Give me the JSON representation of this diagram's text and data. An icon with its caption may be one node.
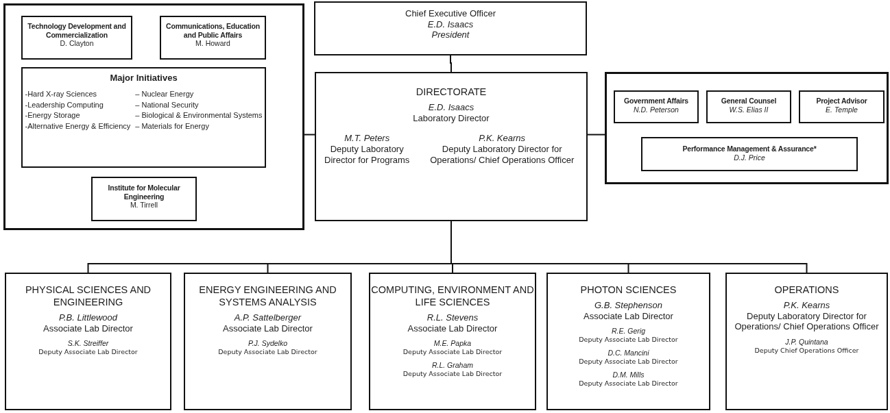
{
  "diagram": {
    "nodes": [
      {
        "text": [
          "Chief Executive Officer",
          "E.D. Isaacs",
          "President"
        ]
      },
      {
        "text": [],
        "shape": "box"
      },
      {
        "text": [
          "Technology Development and Commercialization",
          "D. Clayton"
        ],
        "in": 1
      },
      {
        "text": [
          "Communications, Education and Public Affairs",
          "M. Howard"
        ],
        "in": 1
      },
      {
        "text": [
          "Major Initiatives",
          "-Hard X-ray Sciences",
          "-Leadership Computing",
          "-Energy Storage",
          "-Alternative Energy & Efficiency",
          "– Nuclear Energy",
          "– National Security",
          "– Biological & Environmental Systems",
          "– Materials for Energy"
        ],
        "in": 1
      },
      {
        "text": [
          "Institute for Molecular Engineering",
          "M. Tirrell"
        ],
        "in": 1
      },
      {
        "text": [
          "DIRECTORATE",
          "E.D. Isaacs",
          "Laboratory Director",
          "M.T. Peters",
          "Deputy Laboratory Director for Programs",
          "P.K. Kearns",
          "Deputy Laboratory Director for Operations/ Chief Operations Officer"
        ]
      },
      {
        "text": [],
        "shape": "box"
      },
      {
        "text": [
          "Government Affairs",
          "N.D. Peterson"
        ],
        "in": 7
      },
      {
        "text": [
          "General Counsel",
          "W.S. Elias II"
        ],
        "in": 7
      },
      {
        "text": [
          "Project Advisor",
          "E. Temple"
        ],
        "in": 7
      },
      {
        "text": [
          "Performance Management & Assurance*",
          "D.J. Price"
        ],
        "in": 7
      },
      {
        "text": [
          "PHYSICAL SCIENCES AND ENGINEERING",
          "P.B. Littlewood",
          "Associate Lab Director",
          "S.K. Streiffer",
          "Deputy Associate Lab Director"
        ]
      },
      {
        "text": [
          "ENERGY ENGINEERING AND SYSTEMS ANALYSIS",
          "A.P. Sattelberger",
          "Associate Lab Director",
          "P.J. Sydelko",
          "Deputy Associate Lab Director"
        ]
      },
      {
        "text": [
          "COMPUTING, ENVIRONMENT AND LIFE SCIENCES",
          "R.L. Stevens",
          "Associate Lab Director",
          "M.E. Papka",
          "Deputy Associate Lab Director",
          "R.L. Graham",
          "Deputy Associate Lab Director"
        ]
      },
      {
        "text": [
          "PHOTON SCIENCES",
          "G.B. Stephenson",
          "Associate Lab Director",
          "R.E. Gerig",
          "Deputy Associate Lab Director",
          "D.C. Mancini",
          "Deputy Associate Lab Director",
          "D.M. Mills",
          "Deputy Associate Lab Director"
        ]
      },
      {
        "text": [
          "OPERATIONS",
          "P.K. Kearns",
          "Deputy Laboratory Director for Operations/ Chief Operations Officer",
          "J.P. Quintana",
          "Deputy Chief Operations Officer"
        ]
      }
    ],
    "edges": [
      {
        "from": 0,
        "to": 6,
        "arrow": "none"
      },
      {
        "from": 6,
        "to": 1,
        "arrow": "none"
      },
      {
        "from": 6,
        "to": 7,
        "arrow": "none"
      },
      {
        "from": 6,
        "to": 12,
        "arrow": "none"
      },
      {
        "from": 6,
        "to": 13,
        "arrow": "none"
      },
      {
        "from": 6,
        "to": 14,
        "arrow": "none"
      },
      {
        "from": 6,
        "to": 15,
        "arrow": "none"
      },
      {
        "from": 6,
        "to": 16,
        "arrow": "none"
      }
    ]
  }
}
